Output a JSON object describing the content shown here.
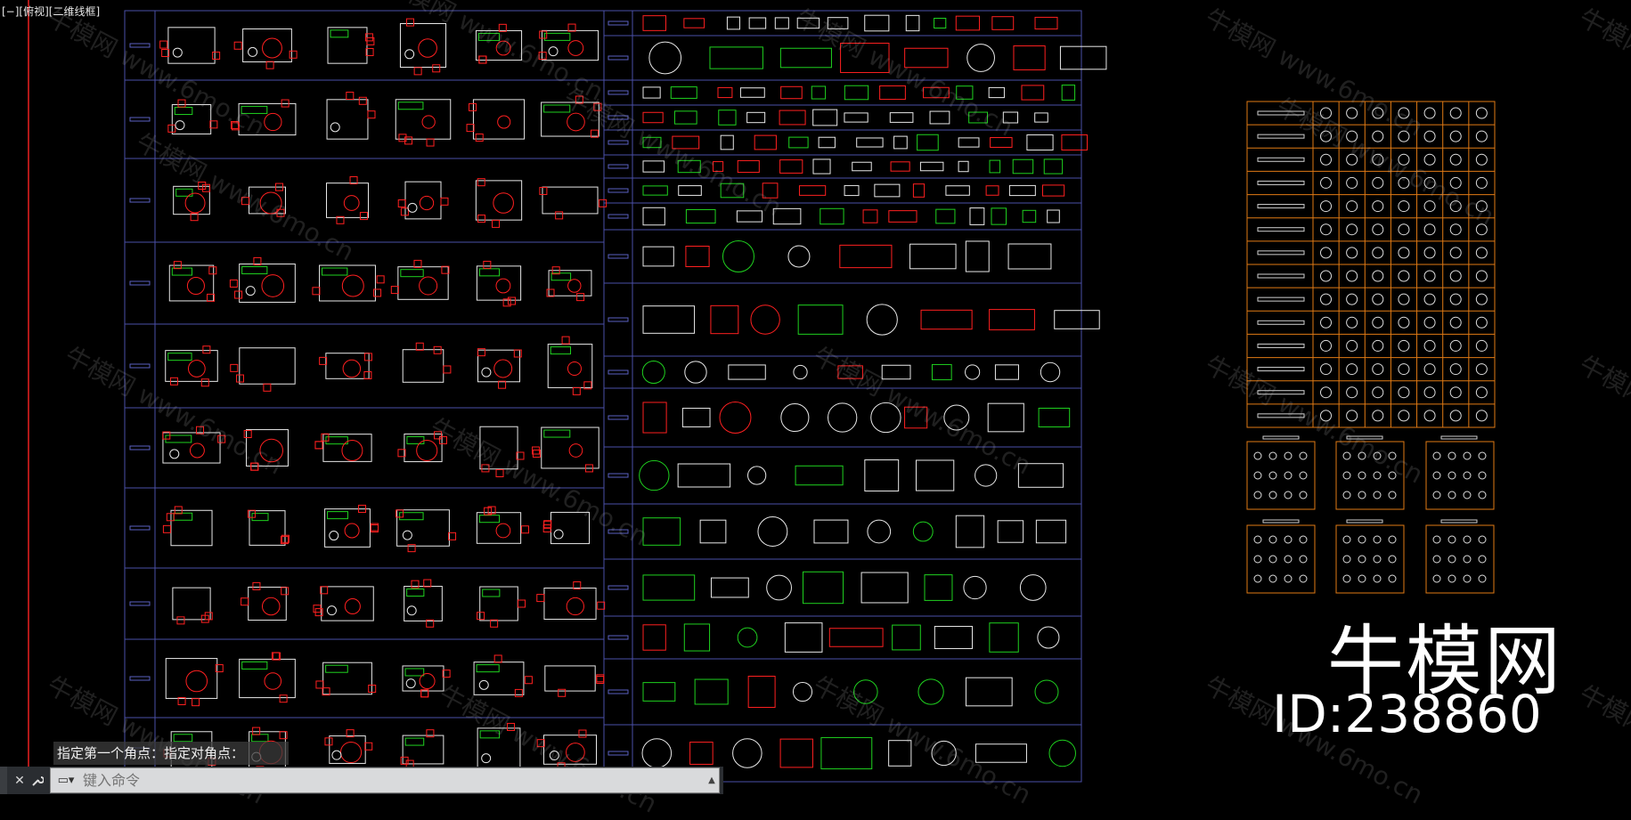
{
  "viewport": {
    "label": "[−][俯视][二维线框]"
  },
  "watermark": {
    "text": "牛模网 www.6mo.cn"
  },
  "brand": {
    "name": "牛模网",
    "id_text": "ID:238860"
  },
  "command": {
    "prompt": "指定第一个角点：指定对角点：",
    "placeholder": "键入命令",
    "close_icon": "close-icon",
    "settings_icon": "wrench-icon",
    "history_icon": "command-history-icon"
  },
  "colors": {
    "background": "#000000",
    "frame": "#4a4fa8",
    "orange_frame": "#e07a14",
    "green": "#1fd11f",
    "red": "#ff2020",
    "white": "#e8e8e8"
  }
}
